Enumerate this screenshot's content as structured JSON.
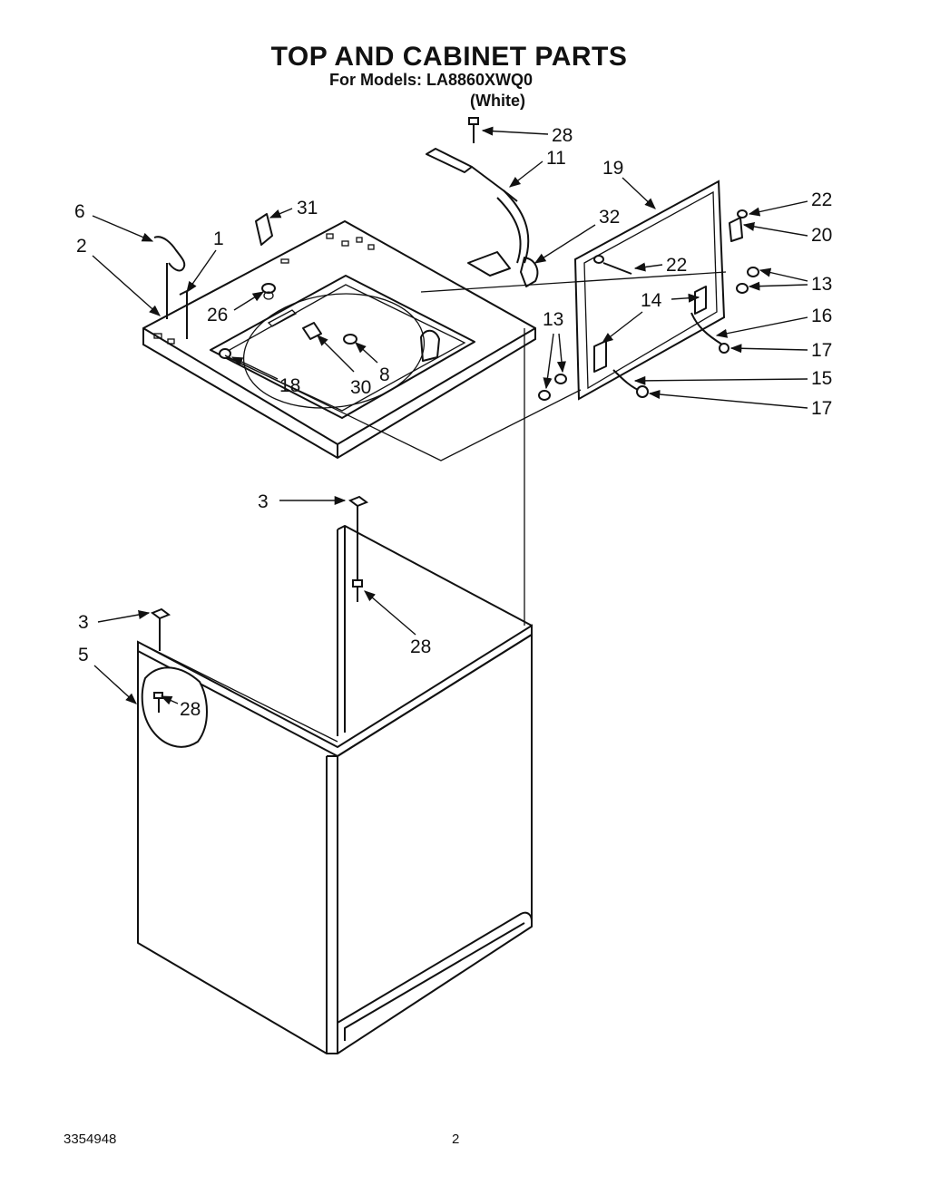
{
  "header": {
    "title": "TOP AND CABINET PARTS",
    "models_line": "For Models:  LA8860XWQ0",
    "color": "(White)"
  },
  "footer": {
    "doc_number": "3354948",
    "page_number": "2"
  },
  "callouts": [
    {
      "id": "c28a",
      "text": "28"
    },
    {
      "id": "c11",
      "text": "11"
    },
    {
      "id": "c19",
      "text": "19"
    },
    {
      "id": "c22a",
      "text": "22"
    },
    {
      "id": "c20",
      "text": "20"
    },
    {
      "id": "c6",
      "text": "6"
    },
    {
      "id": "c31",
      "text": "31"
    },
    {
      "id": "c32",
      "text": "32"
    },
    {
      "id": "c22b",
      "text": "22"
    },
    {
      "id": "c1",
      "text": "1"
    },
    {
      "id": "c2",
      "text": "2"
    },
    {
      "id": "c13a",
      "text": "13"
    },
    {
      "id": "c14",
      "text": "14"
    },
    {
      "id": "c26",
      "text": "26"
    },
    {
      "id": "c16",
      "text": "16"
    },
    {
      "id": "c13b",
      "text": "13"
    },
    {
      "id": "c17a",
      "text": "17"
    },
    {
      "id": "c8",
      "text": "8"
    },
    {
      "id": "c15",
      "text": "15"
    },
    {
      "id": "c18",
      "text": "18"
    },
    {
      "id": "c30",
      "text": "30"
    },
    {
      "id": "c17b",
      "text": "17"
    },
    {
      "id": "c3a",
      "text": "3"
    },
    {
      "id": "c28b",
      "text": "28"
    },
    {
      "id": "c3b",
      "text": "3"
    },
    {
      "id": "c5",
      "text": "5"
    },
    {
      "id": "c28c",
      "text": "28"
    }
  ]
}
